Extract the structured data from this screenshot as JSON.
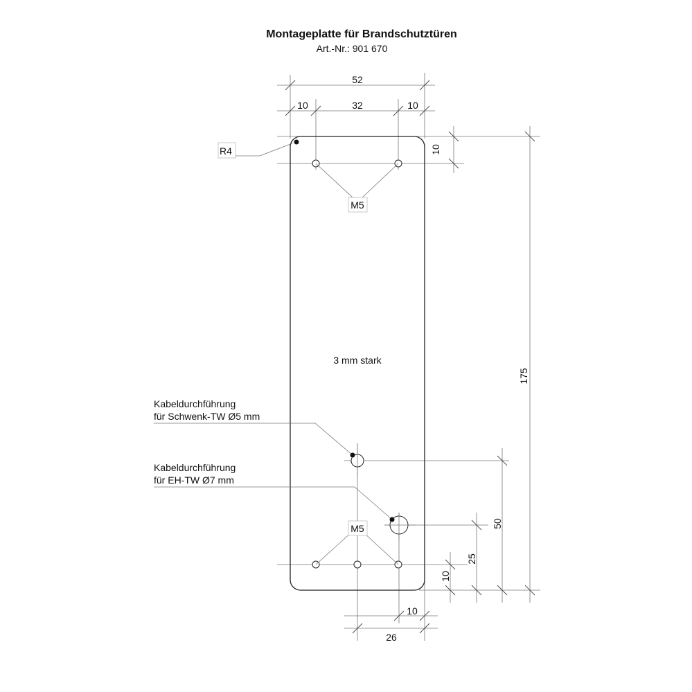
{
  "title": "Montageplatte für Brandschutztüren",
  "article": "Art.-Nr.: 901 670",
  "dimensions": {
    "total_width": "52",
    "left_margin": "10",
    "hole_spacing": "32",
    "right_margin": "10",
    "top_hole_offset": "10",
    "total_height": "175",
    "cable_small_height": "50",
    "cable_large_height": "25",
    "bottom_hole_offset": "10",
    "bottom_right_offset": "10",
    "bottom_width": "26"
  },
  "labels": {
    "radius": "R4",
    "thread_top": "M5",
    "thread_bottom": "M5",
    "thickness": "3 mm stark",
    "cable1_line1": "Kabeldurchführung",
    "cable1_line2": "für Schwenk-TW Ø5 mm",
    "cable2_line1": "Kabeldurchführung",
    "cable2_line2": "für EH-TW Ø7 mm"
  }
}
